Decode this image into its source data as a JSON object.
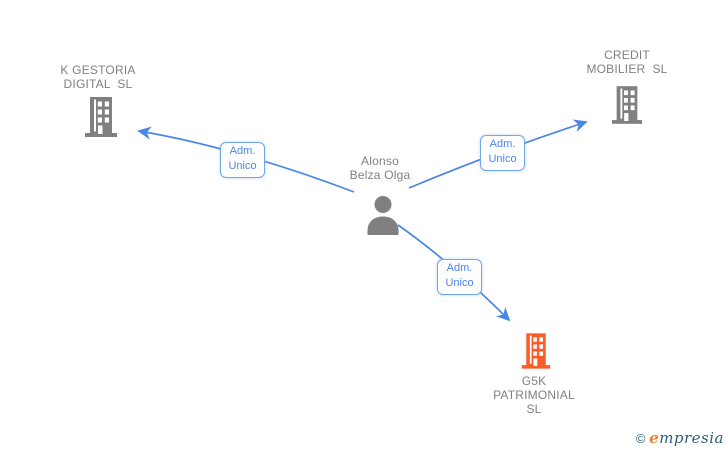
{
  "diagram": {
    "person": {
      "name": "Alonso\nBelza Olga",
      "role_in_companies": "Adm. Unico"
    },
    "companies": [
      {
        "id": "k-gestoria-digital-sl",
        "name": "K GESTORIA\nDIGITAL  SL",
        "highlighted": false
      },
      {
        "id": "credit-mobilier-sl",
        "name": "CREDIT\nMOBILIER  SL",
        "highlighted": false
      },
      {
        "id": "g5k-patrimonial-sl",
        "name": "G5K\nPATRIMONIAL\nSL",
        "highlighted": true
      }
    ],
    "edges": [
      {
        "from": "person",
        "to": "k-gestoria-digital-sl",
        "label": "Adm.\nUnico"
      },
      {
        "from": "person",
        "to": "credit-mobilier-sl",
        "label": "Adm.\nUnico"
      },
      {
        "from": "person",
        "to": "g5k-patrimonial-sl",
        "label": "Adm.\nUnico"
      }
    ]
  },
  "watermark": {
    "copyright_symbol": "©",
    "brand_initial": "e",
    "brand_rest": "mpresia"
  },
  "colors": {
    "edge": "#4a86e8",
    "edge-label-border": "#71a7f0",
    "node-text": "#808080",
    "company-icon": "#808080",
    "highlight": "#fb5b27",
    "wm-teal": "#2b5f78",
    "wm-orange": "#ee7d28"
  }
}
